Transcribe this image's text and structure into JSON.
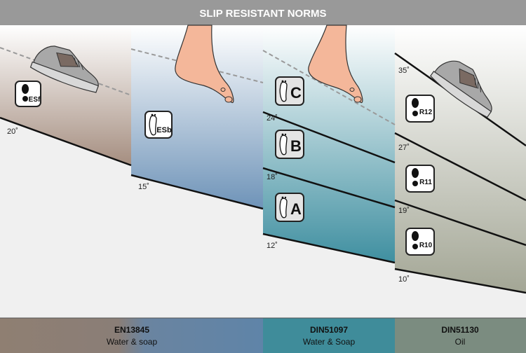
{
  "header": {
    "title": "SLIP RESISTANT NORMS"
  },
  "panels": [
    {
      "id": "esf",
      "angle_label": "20˚",
      "badges": [
        {
          "icon": "shoe-print-icon",
          "label": "ESf"
        }
      ]
    },
    {
      "id": "esb",
      "angle_label": "15˚",
      "badges": [
        {
          "icon": "foot-print-icon",
          "label": "ESb"
        }
      ]
    },
    {
      "id": "din51097",
      "angle_labels": [
        "24˚",
        "18˚",
        "12˚"
      ],
      "badges": [
        {
          "icon": "foot-print-icon",
          "label": "C"
        },
        {
          "icon": "foot-print-icon",
          "label": "B"
        },
        {
          "icon": "foot-print-icon",
          "label": "A"
        }
      ]
    },
    {
      "id": "din51130",
      "angle_labels": [
        "35˚",
        "27˚",
        "19˚",
        "10˚"
      ],
      "badges": [
        {
          "icon": "shoe-print-icon",
          "label": "R12"
        },
        {
          "icon": "shoe-print-icon",
          "label": "R11"
        },
        {
          "icon": "shoe-print-icon",
          "label": "R10"
        }
      ]
    }
  ],
  "footer": [
    {
      "norm": "EN13845",
      "medium": "Water & soap"
    },
    {
      "norm": "DIN51097",
      "medium": "Water & Soap"
    },
    {
      "norm": "DIN51130",
      "medium": "Oil"
    }
  ],
  "colors": {
    "header_bg": "#999999",
    "footer_en": "#8f7f72",
    "footer_en_right": "#5f84a8",
    "footer_din51097": "#3f8c9a",
    "footer_din51130": "#7b8c80",
    "panel_esf": "#a58e80",
    "panel_esb": "#6e93b8",
    "panel_din51097": "#3f8fa0",
    "panel_din51130": "#a8ab98"
  }
}
